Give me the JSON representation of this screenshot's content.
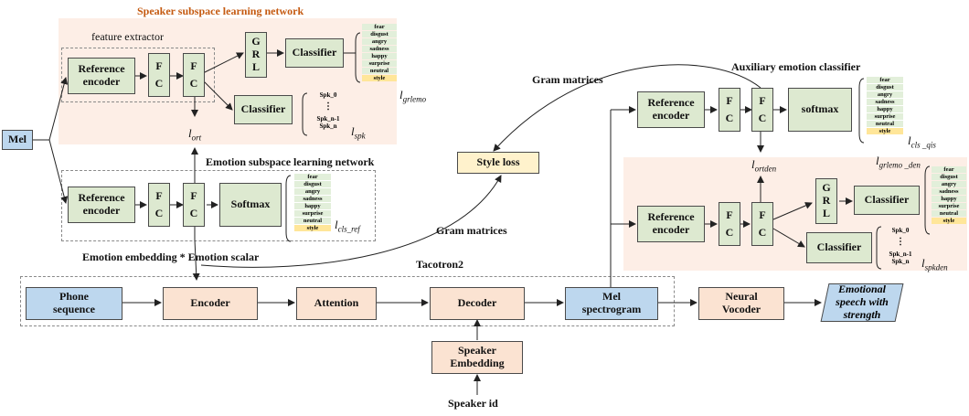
{
  "titles": {
    "speaker_subspace": "Speaker subspace learning network",
    "feature_extractor": "feature  extractor",
    "emotion_subspace": "Emotion subspace learning network",
    "auxiliary_classifier": "Auxiliary  emotion classifier",
    "tacotron2": "Tacotron2"
  },
  "blocks": {
    "mel": "Mel",
    "reference_encoder": "Reference\nencoder",
    "fc": "F\nC",
    "grl": "G\nR\nL",
    "classifier": "Classifier",
    "softmax_cap": "Softmax",
    "softmax_lower": "softmax",
    "style_loss": "Style loss",
    "phone_sequence": "Phone\nsequence",
    "encoder": "Encoder",
    "attention": "Attention",
    "decoder": "Decoder",
    "mel_spectrogram": "Mel\nspectrogram",
    "neural_vocoder": "Neural\nVocoder",
    "emotional_speech": "Emotional\nspeech with\nstrength",
    "speaker_embedding": "Speaker\nEmbedding",
    "speaker_id": "Speaker id"
  },
  "annotations": {
    "gram_top": "Gram matrices",
    "gram_bottom": "Gram matrices",
    "emotion_embedding": "Emotion embedding  * Emotion scalar"
  },
  "emotion_labels": [
    "fear",
    "disgust",
    "angry",
    "sadness",
    "happy",
    "surprise",
    "neutral",
    "style"
  ],
  "speaker_labels": {
    "first": "Spk_0",
    "dots": "⋮",
    "second_last": "Spk_n-1",
    "last": "Spk_n"
  },
  "losses": {
    "l_grlemo": {
      "base": "l",
      "sub": "grlemo"
    },
    "l_spk": {
      "base": "l",
      "sub": "spk"
    },
    "l_ort": {
      "base": "l",
      "sub": "ort"
    },
    "l_cls_ref": {
      "base": "l",
      "sub": "cls_ref"
    },
    "l_cls_qis": {
      "base": "l",
      "sub": "cls _qis"
    },
    "l_ortden": {
      "base": "l",
      "sub": "ortden"
    },
    "l_grlemo_den": {
      "base": "l",
      "sub": "grlemo _den"
    },
    "l_spkden": {
      "base": "l",
      "sub": "spkden"
    }
  },
  "colors": {
    "green_block": "#dde9d0",
    "blue_block": "#bdd7ee",
    "orange_block": "#fbe3d2",
    "yellow_block": "#fff2cc",
    "pink_region": "#fdeee6",
    "title_orange": "#c55a11",
    "label_green": "#e2efda",
    "label_yellow": "#ffe699"
  }
}
